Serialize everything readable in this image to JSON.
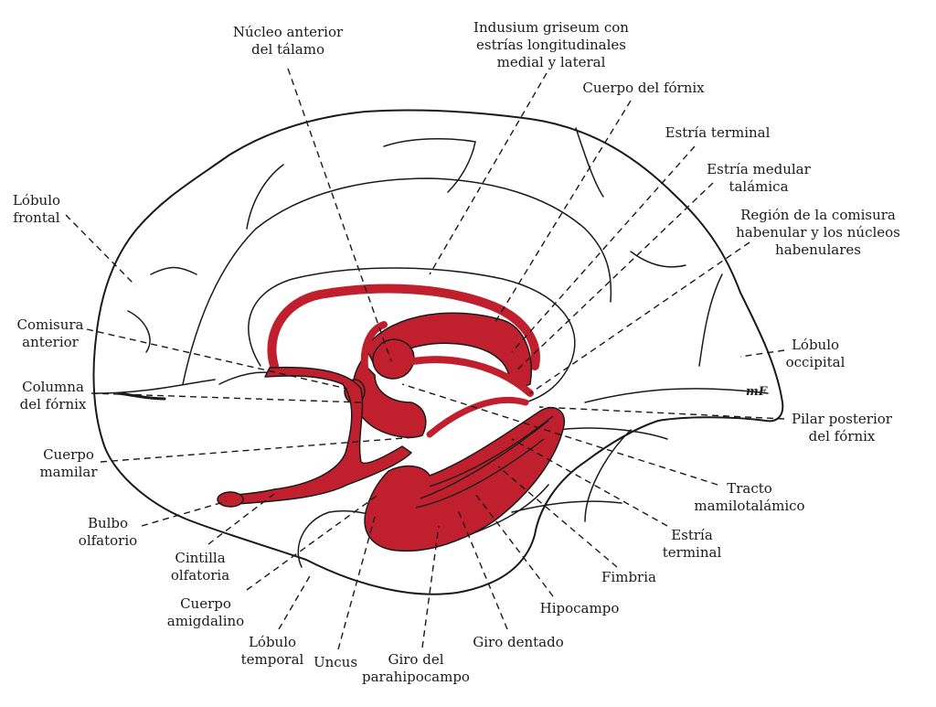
{
  "colors": {
    "limbic_fill": "#c0202e",
    "line": "#1a1a1a",
    "background": "#ffffff"
  },
  "signature": "mF",
  "labels": {
    "nucleo_anterior": [
      "Núcleo anterior",
      "del tálamo"
    ],
    "indusium": [
      "Indusium griseum con",
      "estrías longitudinales",
      "medial y lateral"
    ],
    "cuerpo_fornix": [
      "Cuerpo del fórnix"
    ],
    "estria_terminal_top": [
      "Estría terminal"
    ],
    "estria_medular": [
      "Estría medular",
      "talámica"
    ],
    "region_comisura": [
      "Región de la comisura",
      "habenular y los núcleos",
      "habenulares"
    ],
    "lobulo_frontal": [
      "Lóbulo",
      "frontal"
    ],
    "comisura_anterior": [
      "Comisura",
      "anterior"
    ],
    "columna_fornix": [
      "Columna",
      "del fórnix"
    ],
    "cuerpo_mamilar": [
      "Cuerpo",
      "mamilar"
    ],
    "bulbo_olfatorio": [
      "Bulbo",
      "olfatorio"
    ],
    "cintilla_olfatoria": [
      "Cintilla",
      "olfatoria"
    ],
    "cuerpo_amigdalino": [
      "Cuerpo",
      "amigdalino"
    ],
    "lobulo_temporal": [
      "Lóbulo",
      "temporal"
    ],
    "uncus": [
      "Uncus"
    ],
    "giro_parahipocampo": [
      "Giro del",
      "parahipocampo"
    ],
    "giro_dentado": [
      "Giro dentado"
    ],
    "hipocampo": [
      "Hipocampo"
    ],
    "fimbria": [
      "Fimbria"
    ],
    "estria_terminal_bottom": [
      "Estría",
      "terminal"
    ],
    "tracto_mamilotalamico": [
      "Tracto",
      "mamilotalámico"
    ],
    "pilar_posterior": [
      "Pilar posterior",
      "del fórnix"
    ],
    "lobulo_occipital": [
      "Lóbulo",
      "occipital"
    ]
  }
}
